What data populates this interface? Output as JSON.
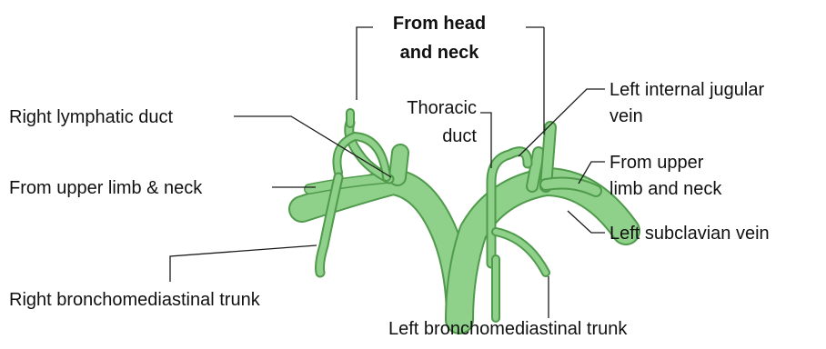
{
  "labels": {
    "from_head_neck_line1": "From head",
    "from_head_neck_line2": "and neck",
    "right_lymphatic_duct": "Right lymphatic duct",
    "from_upper_limb_neck_right": "From upper limb & neck",
    "right_bronchomediastinal_trunk": "Right bronchomediastinal trunk",
    "thoracic_duct_line1": "Thoracic",
    "thoracic_duct_line2": "duct",
    "left_internal_jugular_line1": "Left internal jugular",
    "left_internal_jugular_line2": "vein",
    "from_upper_limb_neck_left_line1": "From upper",
    "from_upper_limb_neck_left_line2": "limb and neck",
    "left_subclavian_vein": "Left subclavian vein",
    "left_bronchomediastinal_trunk": "Left bronchomediastinal trunk"
  },
  "colors": {
    "vessel_fill": "#8fd08a",
    "vessel_outline": "#4f9a4b",
    "vessel_highlight": "#c4ebc0",
    "leader_line": "#1a1a1a"
  }
}
